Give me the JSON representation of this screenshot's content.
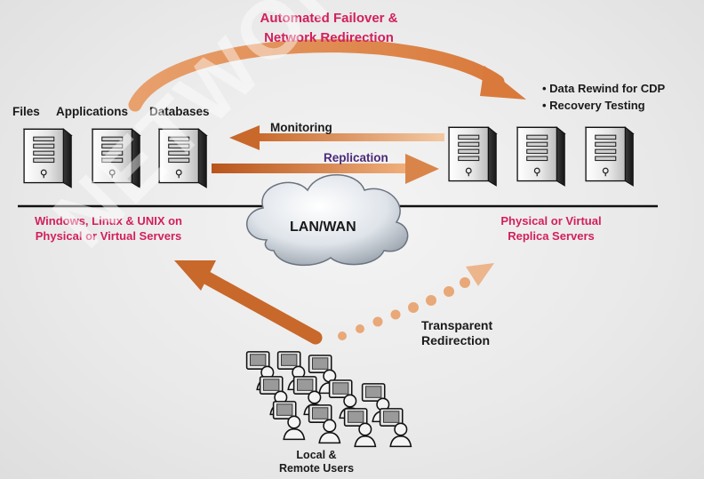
{
  "title_line1": "Automated Failover &",
  "title_line2": "Network  Redirection",
  "source_labels": {
    "files": "Files",
    "applications": "Applications",
    "databases": "Databases"
  },
  "source_desc_line1": "Windows, Linux & UNIX on",
  "source_desc_line2": "Physical or Virtual Servers",
  "monitoring": "Monitoring",
  "replication": "Replication",
  "network": "LAN/WAN",
  "replica_bullets": [
    "• Data Rewind for CDP",
    "• Recovery Testing"
  ],
  "replica_desc_line1": "Physical or Virtual",
  "replica_desc_line2": "Replica Servers",
  "transparent_line1": "Transparent",
  "transparent_line2": "Redirection",
  "users_line1": "Local &",
  "users_line2": "Remote Users",
  "watermark": "NETWORK",
  "colors": {
    "arrow_orange": "#d9854a",
    "label_pink": "#d21f5c",
    "replication_purple": "#4b2a7a"
  },
  "icons": [
    "server-icon",
    "cloud-icon",
    "user-icon",
    "monitor-icon"
  ]
}
